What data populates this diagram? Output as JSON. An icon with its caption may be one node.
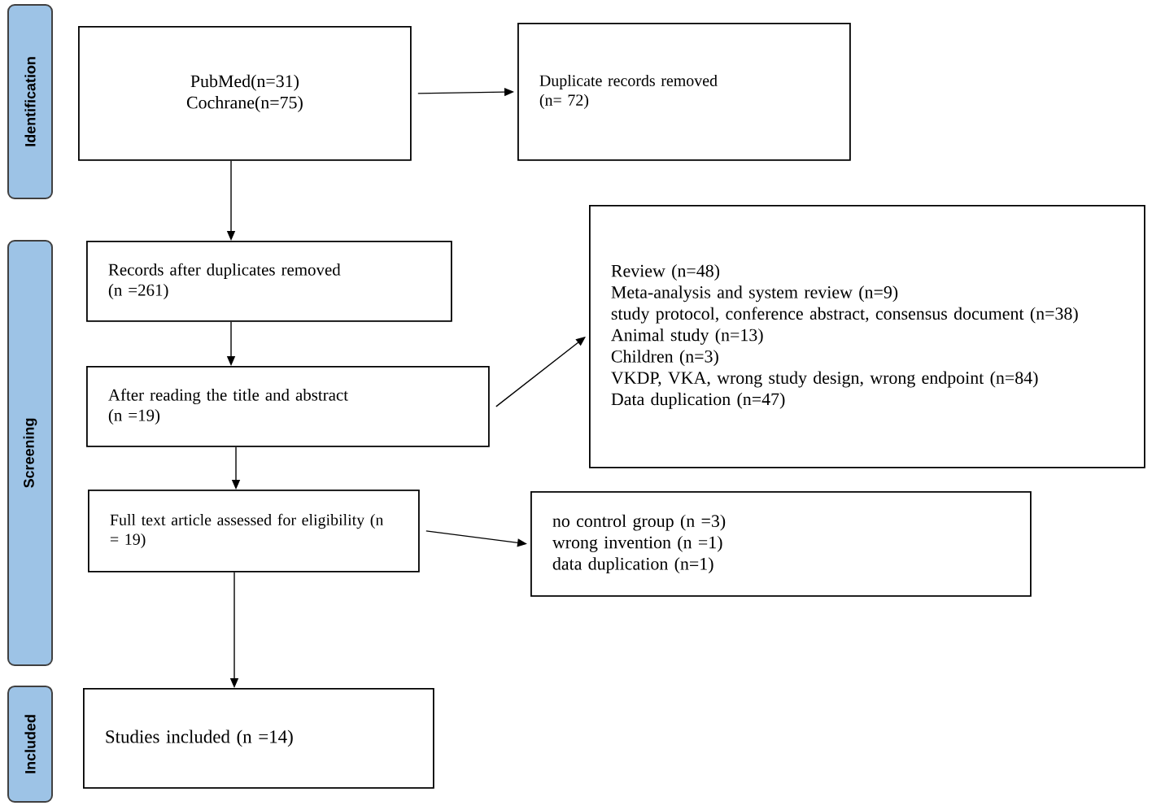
{
  "diagram": {
    "nodes": [
      {
        "text": [
          "Identification"
        ]
      },
      {
        "text": [
          "Screening"
        ]
      },
      {
        "text": [
          "Included"
        ]
      },
      {
        "text": [
          "PubMed(n=31)",
          "Cochrane(n=75)"
        ]
      },
      {
        "text": [
          "Duplicate records removed",
          "(n= 72)"
        ]
      },
      {
        "text": [
          "Records after duplicates removed",
          "(n =261)"
        ]
      },
      {
        "text": [
          "After reading the title and abstract",
          "(n =19)"
        ]
      },
      {
        "text": [
          "Review (n=48)",
          "Meta-analysis and system review (n=9)",
          "study protocol, conference abstract, consensus document (n=38)",
          "Animal study (n=13)",
          "Children (n=3)",
          "VKDP, VKA, wrong study design, wrong endpoint (n=84)",
          "Data duplication (n=47)"
        ]
      },
      {
        "text": [
          "Full text article assessed for eligibility (n = 19)"
        ]
      },
      {
        "text": [
          "no control group (n =3)",
          "wrong invention (n =1)",
          "data duplication (n=1)"
        ]
      },
      {
        "text": [
          "Studies included (n =14)"
        ]
      }
    ],
    "edges": [
      {
        "from": 3,
        "to": 4,
        "arrow": "to"
      },
      {
        "from": 3,
        "to": 5,
        "arrow": "to"
      },
      {
        "from": 5,
        "to": 6,
        "arrow": "to"
      },
      {
        "from": 6,
        "to": 7,
        "arrow": "to"
      },
      {
        "from": 6,
        "to": 8,
        "arrow": "to"
      },
      {
        "from": 8,
        "to": 9,
        "arrow": "to"
      },
      {
        "from": 8,
        "to": 10,
        "arrow": "to"
      }
    ]
  }
}
